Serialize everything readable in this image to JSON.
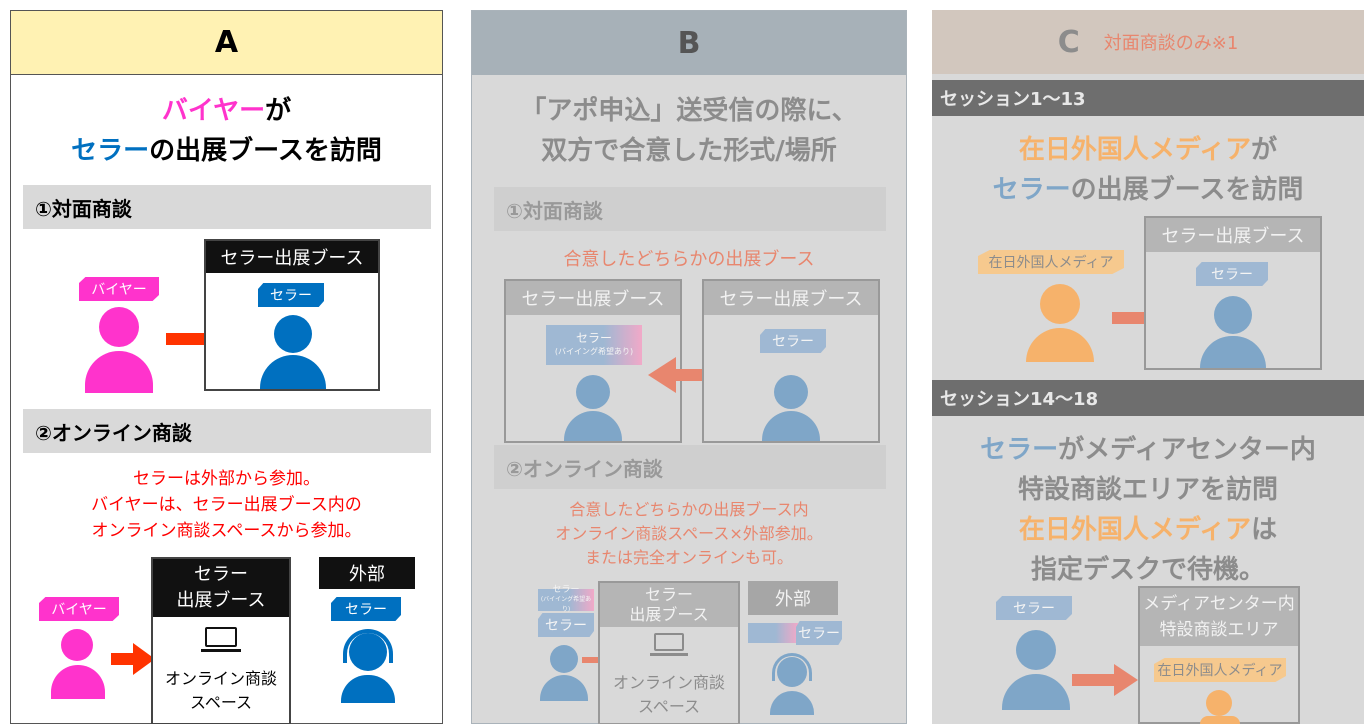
{
  "colA": {
    "header": "A",
    "title_part1": "バイヤー",
    "title_part2": "が",
    "title_part3": "セラー",
    "title_part4": "の出展ブースを訪問",
    "section1": "①対面商談",
    "booth1_label": "セラー出展ブース",
    "buyer_tag": "バイヤー",
    "seller_tag": "セラー",
    "section2": "②オンライン商談",
    "online_note": [
      "セラーは外部から参加。",
      "バイヤーは、セラー出展ブース内の",
      "オンライン商談スペースから参加。"
    ],
    "booth2_label": [
      "セラー",
      "出展ブース"
    ],
    "online_space": [
      "オンライン商談",
      "スペース"
    ],
    "external_label": "外部",
    "buyer_tag2": "バイヤー",
    "seller_tag2": "セラー"
  },
  "colB": {
    "header": "B",
    "title": [
      "「アポ申込」送受信の際に、",
      "双方で合意した形式/場所"
    ],
    "section1": "①対面商談",
    "note1": "合意したどちらかの出展ブース",
    "booth_left": "セラー出展ブース",
    "booth_right": "セラー出展ブース",
    "seller_tag_left": "セラー",
    "seller_tag_left_sub": "(バイイング希望あり)",
    "seller_tag_right": "セラー",
    "section2": "②オンライン商談",
    "note2": [
      "合意したどちらかの出展ブース内",
      "オンライン商談スペース×外部参加。",
      "または完全オンラインも可。"
    ],
    "booth2_label": [
      "セラー",
      "出展ブース"
    ],
    "online_space": [
      "オンライン商談",
      "スペース"
    ],
    "external_label": "外部",
    "seller_tag_small": "セラー",
    "seller_tag_small_sub": "(バイイング希望あり)",
    "seller_tag": "セラー",
    "seller_tag_ext": "セラー"
  },
  "colC": {
    "header": "C",
    "header_note": "対面商談のみ※1",
    "session1": "セッション1〜13",
    "title1_part1": "在日外国人メディア",
    "title1_part2": "が",
    "title1_part3": "セラー",
    "title1_part4": "の出展ブースを訪問",
    "booth_label": "セラー出展ブース",
    "media_tag": "在日外国人メディア",
    "seller_tag": "セラー",
    "session2": "セッション14〜18",
    "title2_part1": "セラー",
    "title2_part2": "がメディアセンター内",
    "title2_line2": "特設商談エリアを訪問",
    "title2_part3": "在日外国人メディア",
    "title2_part4": "は",
    "title2_line4": "指定デスクで待機。",
    "seller_tag2": "セラー",
    "area_label": [
      "メディアセンター内",
      "特設商談エリア"
    ],
    "media_tag2": "在日外国人メディア"
  },
  "colors": {
    "magenta": "#ff33cc",
    "blue": "#0070c0",
    "red": "#ff0000",
    "arrow": "#ff3300",
    "header_yellow": "#fff2b3",
    "b_header": "#a7b1b8",
    "c_header": "#d2c7be",
    "c_orange": "#f6b26b",
    "faded_blue": "#7fa6c8"
  }
}
